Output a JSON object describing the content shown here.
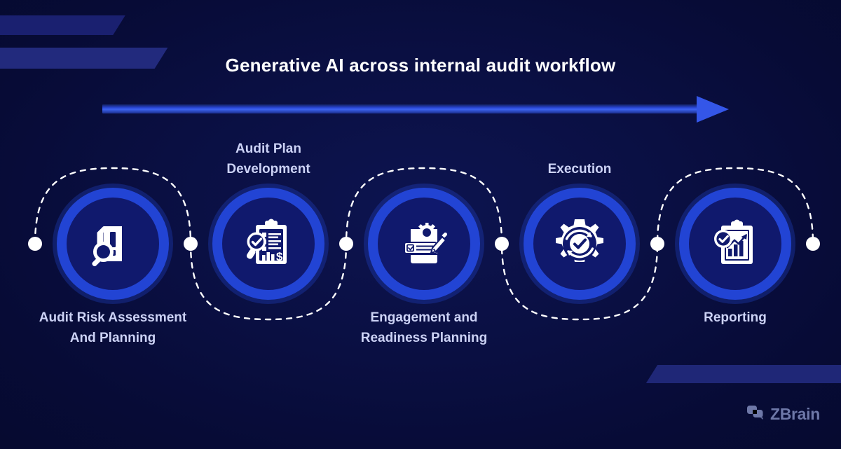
{
  "background": {
    "base_color": "#070b36",
    "accent_color": "#2244d4",
    "label_color": "#ccd2f5"
  },
  "header": {
    "title": "Generative AI across internal audit workflow"
  },
  "arrow": {
    "name": "workflow-direction-arrow",
    "color": "#3456e8"
  },
  "steps": [
    {
      "id": "audit-risk-assessment",
      "label": "Audit Risk Assessment\nAnd Planning",
      "label_position": "below",
      "icon": "document-alert-magnifier-icon"
    },
    {
      "id": "audit-plan-development",
      "label": "Audit Plan\nDevelopment",
      "label_position": "above",
      "icon": "clipboard-checklist-chart-icon"
    },
    {
      "id": "engagement-readiness-planning",
      "label": "Engagement and\nReadiness Planning",
      "label_position": "below",
      "icon": "document-gear-pencil-icon"
    },
    {
      "id": "execution",
      "label": "Execution",
      "label_position": "above",
      "icon": "gear-refresh-check-icon"
    },
    {
      "id": "reporting",
      "label": "Reporting",
      "label_position": "below",
      "icon": "clipboard-growth-chart-icon"
    }
  ],
  "connector": {
    "name": "dashed-serpentine-path",
    "dot_count": 6,
    "dot_color": "#ffffff"
  },
  "footer": {
    "brand": "ZBrain",
    "brand_icon": "zbrain-chat-bubble-icon"
  }
}
